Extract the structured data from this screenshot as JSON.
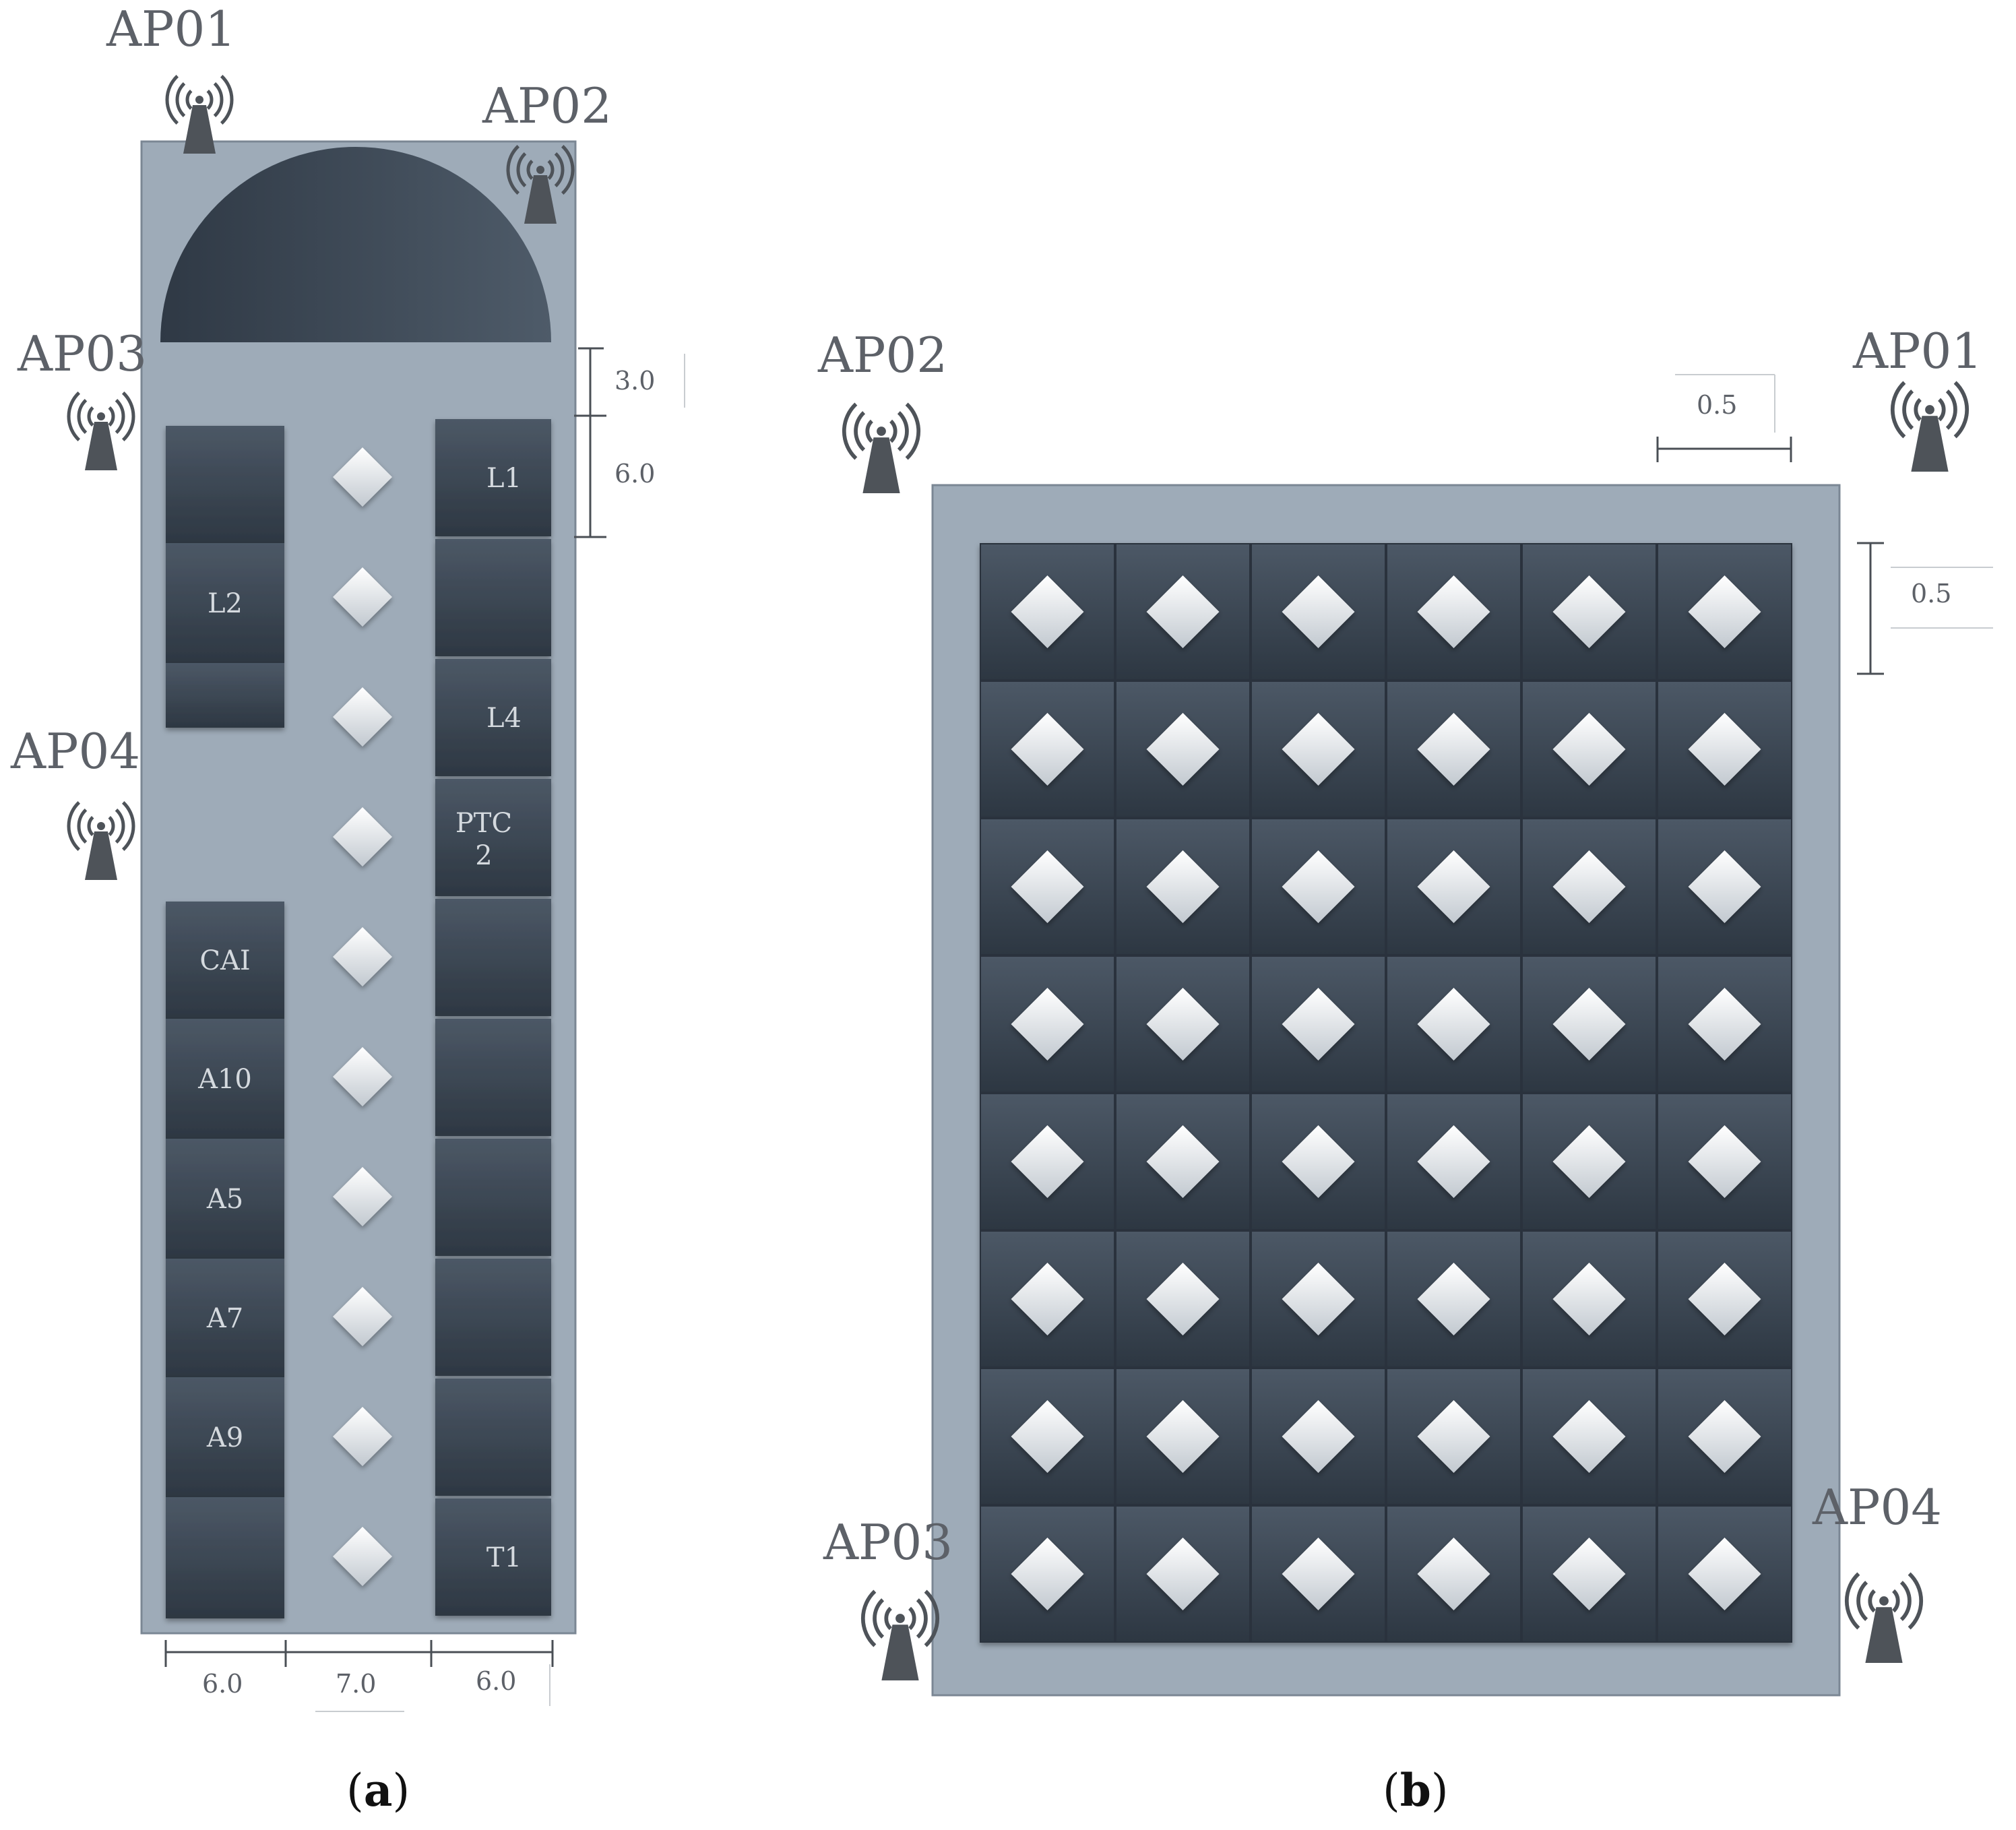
{
  "colors": {
    "floor": "#9eabb8",
    "floor_stroke": "#7b8794",
    "block_top": "#4c5866",
    "block_bottom": "#2d3742",
    "tile_grid": "#2b333c",
    "diamond_top": "#ffffff",
    "diamond_bottom": "#c2c9d0",
    "antenna": "#4e5359",
    "dim_line": "#4a4f55",
    "label_gray": "#5d6168"
  },
  "icons": {
    "access_point": "wifi-antenna-icon",
    "marker": "diamond-icon"
  },
  "panel_a": {
    "caption_letter": "a",
    "access_points": [
      "AP01",
      "AP02",
      "AP03",
      "AP04"
    ],
    "left_rooms": [
      "",
      "L2",
      "",
      "CAI",
      "A10",
      "A5",
      "A7",
      "A9",
      ""
    ],
    "right_rooms": [
      "L1",
      "",
      "L4",
      "PTC 2",
      "",
      "",
      "",
      "",
      "",
      "T1"
    ],
    "diamond_count": 10,
    "dimensions": {
      "top_gap": "3.0",
      "room_depth": "6.0",
      "left_width": "6.0",
      "corridor_width": "7.0",
      "right_width": "6.0"
    }
  },
  "panel_b": {
    "caption_letter": "b",
    "access_points": [
      "AP01",
      "AP02",
      "AP03",
      "AP04"
    ],
    "grid": {
      "columns": 6,
      "rows": 8
    },
    "dimensions": {
      "tile_width": "0.5",
      "tile_height": "0.5"
    }
  }
}
